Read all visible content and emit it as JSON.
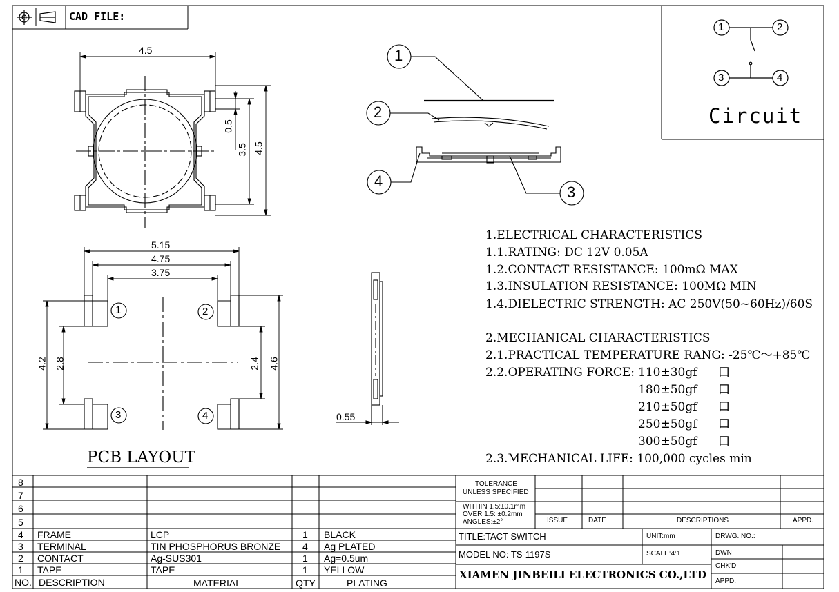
{
  "header": {
    "cad_label": "CAD FILE:"
  },
  "circuit": {
    "title": "Circuit",
    "pins": [
      "1",
      "2",
      "3",
      "4"
    ]
  },
  "top_view": {
    "dims": {
      "width": "4.5",
      "height_total": "4.5",
      "inner": "3.5",
      "offset": "0.5"
    }
  },
  "exploded": {
    "callouts": [
      "1",
      "2",
      "3",
      "4"
    ]
  },
  "pcb_layout": {
    "title": "PCB LAYOUT",
    "dims": {
      "w1": "5.15",
      "w2": "4.75",
      "w3": "3.75",
      "h_left1": "4.2",
      "h_left2": "2.8",
      "h_right1": "2.4",
      "h_right2": "4.6"
    },
    "pads": [
      "1",
      "2",
      "3",
      "4"
    ]
  },
  "side_view": {
    "dim": "0.55"
  },
  "specs": {
    "electrical": {
      "heading": "1.ELECTRICAL CHARACTERISTICS",
      "items": [
        "1.1.RATING: DC 12V 0.05A",
        "1.2.CONTACT RESISTANCE: 100mΩ MAX",
        "1.3.INSULATION RESISTANCE: 100MΩ MIN",
        "1.4.DIELECTRIC STRENGTH: AC 250V(50~60Hz)/60S"
      ]
    },
    "mechanical": {
      "heading": "2.MECHANICAL CHARACTERISTICS",
      "temperature": "2.1.PRACTICAL TEMPERATURE RANG: -25℃～+85℃",
      "force_label": "2.2.OPERATING FORCE:",
      "forces": [
        "110±30gf",
        "180±50gf",
        "210±50gf",
        "250±50gf",
        "300±50gf"
      ],
      "checkbox": "口",
      "life": "2.3.MECHANICAL LIFE: 100,000 cycles min"
    }
  },
  "bom": {
    "headers": {
      "no": "NO.",
      "description": "DESCRIPTION",
      "material": "MATERIAL",
      "qty": "QTY",
      "plating": "PLATING"
    },
    "empty_rows": [
      "8",
      "7",
      "6",
      "5"
    ],
    "rows": [
      {
        "no": "4",
        "description": "FRAME",
        "material": "LCP",
        "qty": "1",
        "plating": "BLACK"
      },
      {
        "no": "3",
        "description": "TERMINAL",
        "material": "TIN PHOSPHORUS BRONZE",
        "qty": "4",
        "plating": "Ag PLATED"
      },
      {
        "no": "2",
        "description": "CONTACT",
        "material": "Ag-SUS301",
        "qty": "1",
        "plating": "Ag=0.5um"
      },
      {
        "no": "1",
        "description": "TAPE",
        "material": "TAPE",
        "qty": "1",
        "plating": "YELLOW"
      }
    ]
  },
  "title_block": {
    "tolerance": [
      "TOLERANCE",
      "UNLESS SPECIFIED"
    ],
    "tolerance_values": [
      "WITHIN 1.5:±0.1mm",
      "OVER 1.5:  ±0.2mm",
      "ANGLES:±2°"
    ],
    "issue": "ISSUE",
    "date": "DATE",
    "descriptions": "DESCRIPTIONS",
    "appd": "APPD.",
    "title": "TITLE:TACT SWITCH",
    "unit": "UNIT:mm",
    "drwg_no": "DRWG. NO.:",
    "model": "MODEL NO: TS-1197S",
    "scale": "SCALE:4:1",
    "dwn": "DWN",
    "chkd": "CHK'D",
    "appd2": "APPD.",
    "company": "XIAMEN JINBEILI ELECTRONICS CO.,LTD"
  }
}
